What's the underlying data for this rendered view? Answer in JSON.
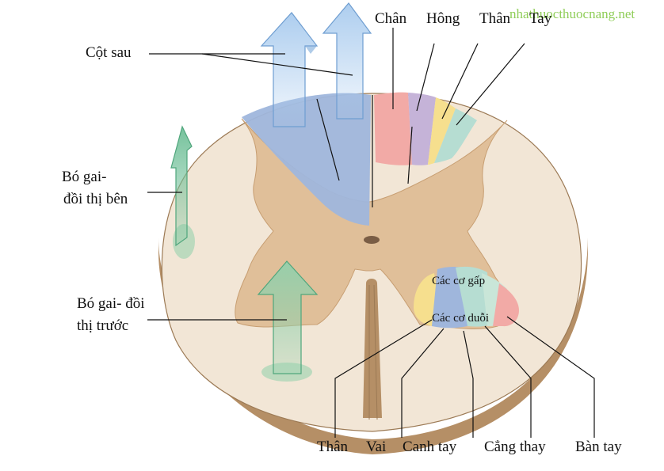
{
  "labels": {
    "cot_sau": "Cột sau",
    "bo_gai_ben_1": "Bó gai-",
    "bo_gai_ben_2": "đồi thị bên",
    "bo_gai_truoc_1": "Bó gai- đồi",
    "bo_gai_truoc_2": "thị trước",
    "chan": "Chân",
    "hong": "Hông",
    "than_top": "Thân",
    "tay_top": "Tay",
    "cac_co_gap": "Các cơ gấp",
    "cac_co_duoi": "Các cơ duỗi",
    "than_bottom": "Thân",
    "vai": "Vai",
    "canh_tay": "Canh tay",
    "cang_thay": "Cẳng thay",
    "ban_tay": "Bàn tay"
  },
  "watermark": "nhathuocthuocnang.net",
  "colors": {
    "white_matter": "#f2e6d6",
    "gray_matter": "#e0bf99",
    "dorsal_column": "#9fb6dc",
    "leg_zone": "#f2aaa6",
    "hip_zone": "#c5b3d8",
    "trunk_zone": "#f6df8e",
    "arm_zone": "#b6ddd2",
    "ascending_arrow": "#a9cbee",
    "spinothalamic_arrow": "#7fc4a0",
    "edge_shadow": "#b58f66"
  }
}
